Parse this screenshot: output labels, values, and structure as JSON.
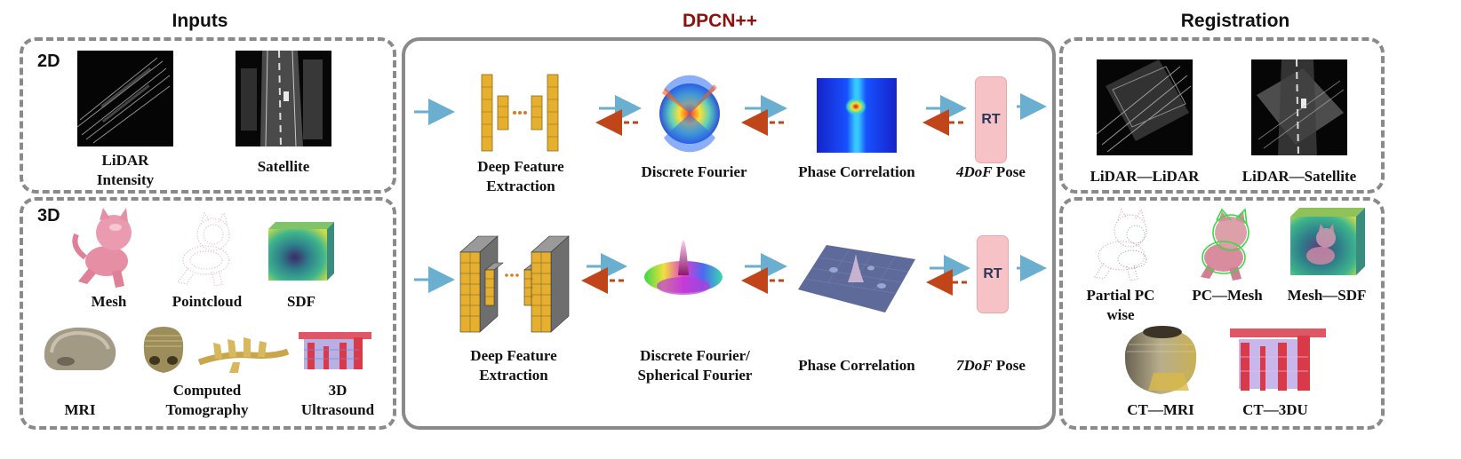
{
  "headers": {
    "inputs": "Inputs",
    "dpcn": "DPCN++",
    "registration": "Registration"
  },
  "inputs": {
    "label_2d": "2D",
    "label_3d": "3D",
    "lidar_intensity": "LiDAR\nIntensity",
    "satellite": "Satellite",
    "mesh": "Mesh",
    "pointcloud": "Pointcloud",
    "sdf": "SDF",
    "mri": "MRI",
    "ct": "Computed\nTomography",
    "ultrasound": "3D\nUltrasound"
  },
  "pipeline": {
    "row1": {
      "deep_feature": "Deep Feature\nExtraction",
      "fourier": "Discrete Fourier",
      "phase": "Phase Correlation",
      "rt": "RT",
      "pose_italic": "4DoF",
      "pose_rest": " Pose"
    },
    "row2": {
      "deep_feature": "Deep Feature\nExtraction",
      "fourier": "Discrete Fourier/\nSpherical Fourier",
      "phase": "Phase Correlation",
      "rt": "RT",
      "pose_italic": "7DoF",
      "pose_rest": " Pose"
    }
  },
  "registration": {
    "lidar_lidar": "LiDAR—LiDAR",
    "lidar_satellite": "LiDAR—Satellite",
    "partial_pc": "Partial PC\nwise",
    "pc_mesh": "PC—Mesh",
    "mesh_sdf": "Mesh—SDF",
    "ct_mri": "CT—MRI",
    "ct_3du": "CT—3DU"
  },
  "colors": {
    "title_red": "#8b1111",
    "forward_arrow": "#6aaed0",
    "backward_arrow": "#c0461a",
    "feature_yellow": "#e6b02e",
    "rt_pink": "#f6c2c6",
    "frame_gray": "#8a8a8a"
  }
}
